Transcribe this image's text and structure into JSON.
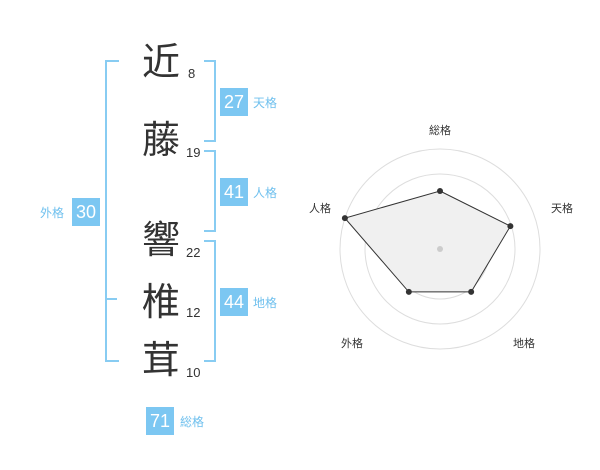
{
  "name_chars": [
    {
      "char": "近",
      "strokes": "8"
    },
    {
      "char": "藤",
      "strokes": "19"
    },
    {
      "char": "響",
      "strokes": "22"
    },
    {
      "char": "椎",
      "strokes": "12"
    },
    {
      "char": "茸",
      "strokes": "10"
    }
  ],
  "kaku": {
    "tenkaku": {
      "label": "天格",
      "value": "27"
    },
    "jinkaku": {
      "label": "人格",
      "value": "41"
    },
    "chikaku": {
      "label": "地格",
      "value": "44"
    },
    "gaikaku": {
      "label": "外格",
      "value": "30"
    },
    "soukaku": {
      "label": "総格",
      "value": "71"
    }
  },
  "colors": {
    "badge": "#7cc7f2",
    "badge_label": "#6fc0ee",
    "bracket": "#88ccf2",
    "radar_fill": "#f0f0f0",
    "radar_line": "#333333",
    "ring": "#dddddd"
  },
  "chart_data": {
    "type": "radar",
    "axes": [
      "総格",
      "天格",
      "地格",
      "外格",
      "人格"
    ],
    "values": [
      0.58,
      0.74,
      0.53,
      0.53,
      1.0
    ],
    "max": 1.0,
    "rings": 4,
    "grid": true
  }
}
